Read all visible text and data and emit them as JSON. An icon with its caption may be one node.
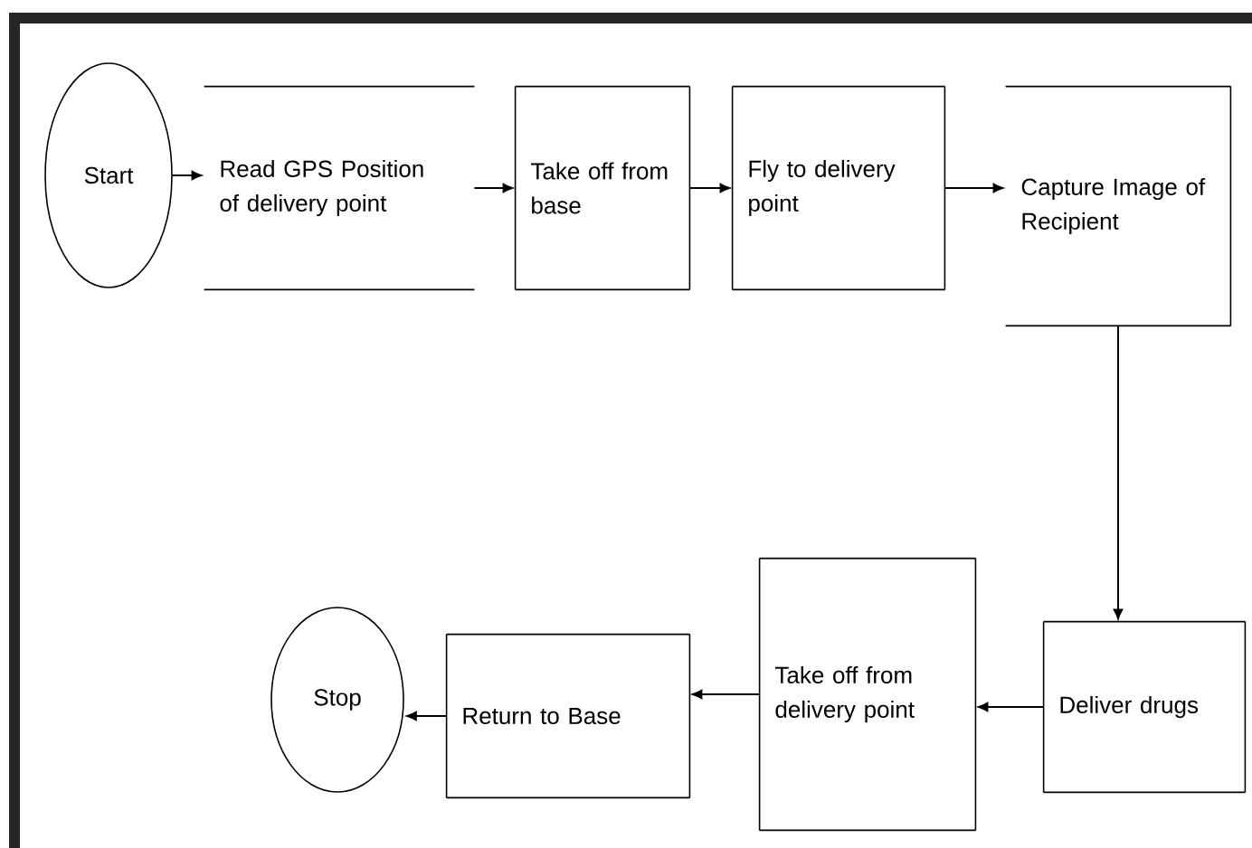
{
  "diagram": {
    "nodes": [
      {
        "text": [
          "Start"
        ]
      },
      {
        "text": [
          "Read GPS Position of delivery point"
        ]
      },
      {
        "text": [
          "Take off from base"
        ]
      },
      {
        "text": [
          "Fly to delivery point"
        ]
      },
      {
        "text": [
          "Capture Image of Recipient"
        ]
      },
      {
        "text": [
          "Deliver drugs"
        ]
      },
      {
        "text": [
          "Take off from delivery point"
        ]
      },
      {
        "text": [
          "Return to Base"
        ]
      },
      {
        "text": [
          "Stop"
        ]
      }
    ],
    "edges": [
      {
        "from": 0,
        "to": 1,
        "arrow": "to"
      },
      {
        "from": 1,
        "to": 2,
        "arrow": "to"
      },
      {
        "from": 2,
        "to": 3,
        "arrow": "to"
      },
      {
        "from": 3,
        "to": 4,
        "arrow": "to"
      },
      {
        "from": 4,
        "to": 5,
        "arrow": "to"
      },
      {
        "from": 5,
        "to": 6,
        "arrow": "to"
      },
      {
        "from": 6,
        "to": 7,
        "arrow": "to"
      },
      {
        "from": 7,
        "to": 8,
        "arrow": "to"
      }
    ]
  }
}
